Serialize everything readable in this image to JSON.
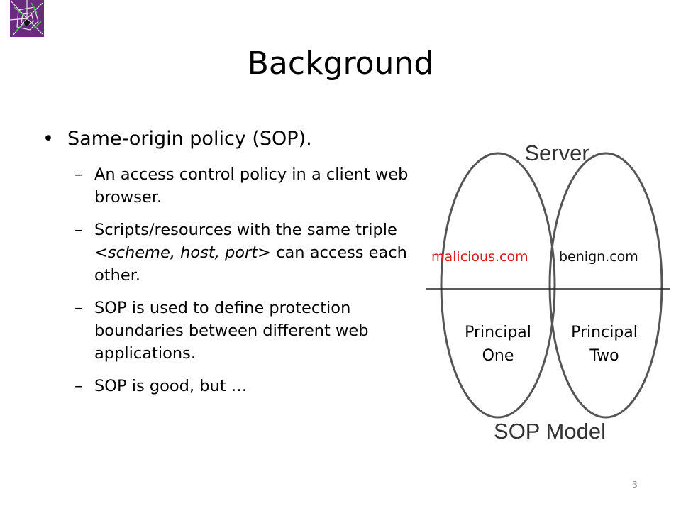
{
  "slide": {
    "title": "Background",
    "page_number": "3"
  },
  "bullets": {
    "main": {
      "marker": "•",
      "text": "Same-origin policy (SOP)."
    },
    "subs": [
      {
        "marker": "–",
        "text": "An access control policy in a client web browser."
      },
      {
        "marker": "–",
        "pre": "Scripts/resources with the same triple ",
        "italic": "<scheme, host, port>",
        "post": " can access each other."
      },
      {
        "marker": "–",
        "text": "SOP is used to define protection boundaries between different web applications."
      },
      {
        "marker": "–",
        "text": "SOP is good, but …"
      }
    ]
  },
  "diagram": {
    "server_label": "Server",
    "model_label": "SOP Model",
    "left_domain": "malicious.com",
    "right_domain": "benign.com",
    "principal_one": {
      "line1": "Principal",
      "line2": "One"
    },
    "principal_two": {
      "line1": "Principal",
      "line2": "Two"
    },
    "colors": {
      "left_domain": "#e0191f",
      "outline": "#555555",
      "labels": "#333333"
    }
  },
  "logo": {
    "icon": "spider-web-logo-icon",
    "colors": [
      "#6a2a7e",
      "#3bbf3a"
    ]
  }
}
